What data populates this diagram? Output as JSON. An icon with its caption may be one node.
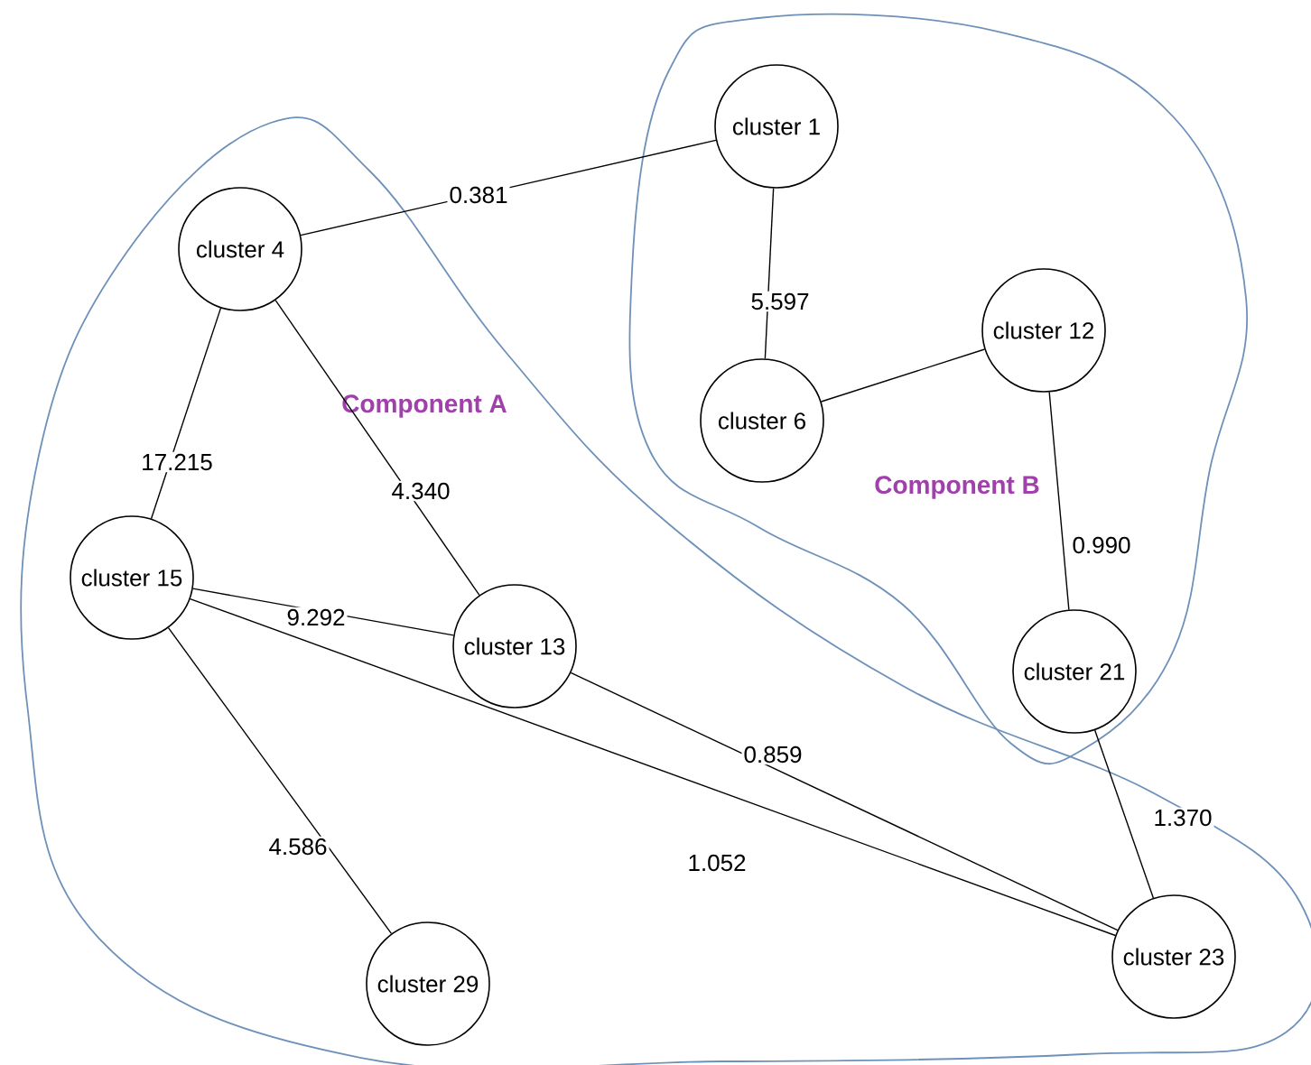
{
  "diagram": {
    "nodes": [
      {
        "text": [
          "Component A"
        ]
      },
      {
        "text": [
          "Component B"
        ]
      },
      {
        "text": [
          "cluster 1"
        ],
        "in": 1
      },
      {
        "text": [
          "cluster 4"
        ],
        "in": 0
      },
      {
        "text": [
          "cluster 12"
        ],
        "in": 1
      },
      {
        "text": [
          "cluster 6"
        ],
        "in": 1
      },
      {
        "text": [
          "cluster 15"
        ],
        "in": 0
      },
      {
        "text": [
          "cluster 13"
        ],
        "in": 0
      },
      {
        "text": [
          "cluster 21"
        ],
        "in": 1
      },
      {
        "text": [
          "cluster 23"
        ],
        "in": 0
      },
      {
        "text": [
          "cluster 29"
        ],
        "in": 0
      }
    ],
    "edges": [
      {
        "from": 3,
        "to": 2,
        "arrow": "none",
        "label": "0.381"
      },
      {
        "from": 2,
        "to": 5,
        "arrow": "none",
        "label": "5.597"
      },
      {
        "from": 5,
        "to": 4,
        "arrow": "none"
      },
      {
        "from": 4,
        "to": 8,
        "arrow": "none",
        "label": "0.990"
      },
      {
        "from": 8,
        "to": 9,
        "arrow": "none",
        "label": "1.370"
      },
      {
        "from": 3,
        "to": 6,
        "arrow": "none",
        "label": "17.215"
      },
      {
        "from": 3,
        "to": 7,
        "arrow": "none",
        "label": "4.340"
      },
      {
        "from": 6,
        "to": 7,
        "arrow": "none",
        "label": "9.292"
      },
      {
        "from": 7,
        "to": 9,
        "arrow": "none",
        "label": "0.859"
      },
      {
        "from": 6,
        "to": 9,
        "arrow": "none",
        "label": "1.052"
      },
      {
        "from": 6,
        "to": 10,
        "arrow": "none",
        "label": "4.586"
      }
    ]
  }
}
